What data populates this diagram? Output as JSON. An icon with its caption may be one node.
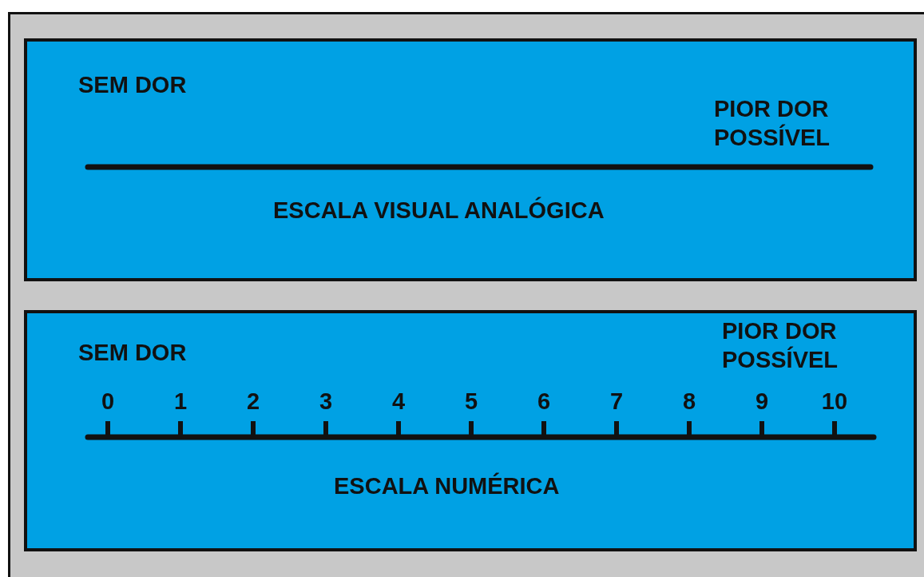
{
  "diagram": {
    "nodes": [
      {
        "text": [
          "SEM DOR",
          "PIOR DOR POSSÍVEL",
          "ESCALA VISUAL ANALÓGICA"
        ]
      },
      {
        "text": [
          "SEM DOR",
          "PIOR DOR POSSÍVEL",
          "ESCALA NUMÉRICA"
        ]
      }
    ],
    "labels": [
      "0",
      "1",
      "2",
      "3",
      "4",
      "5",
      "6",
      "7",
      "8",
      "9",
      "10"
    ]
  }
}
